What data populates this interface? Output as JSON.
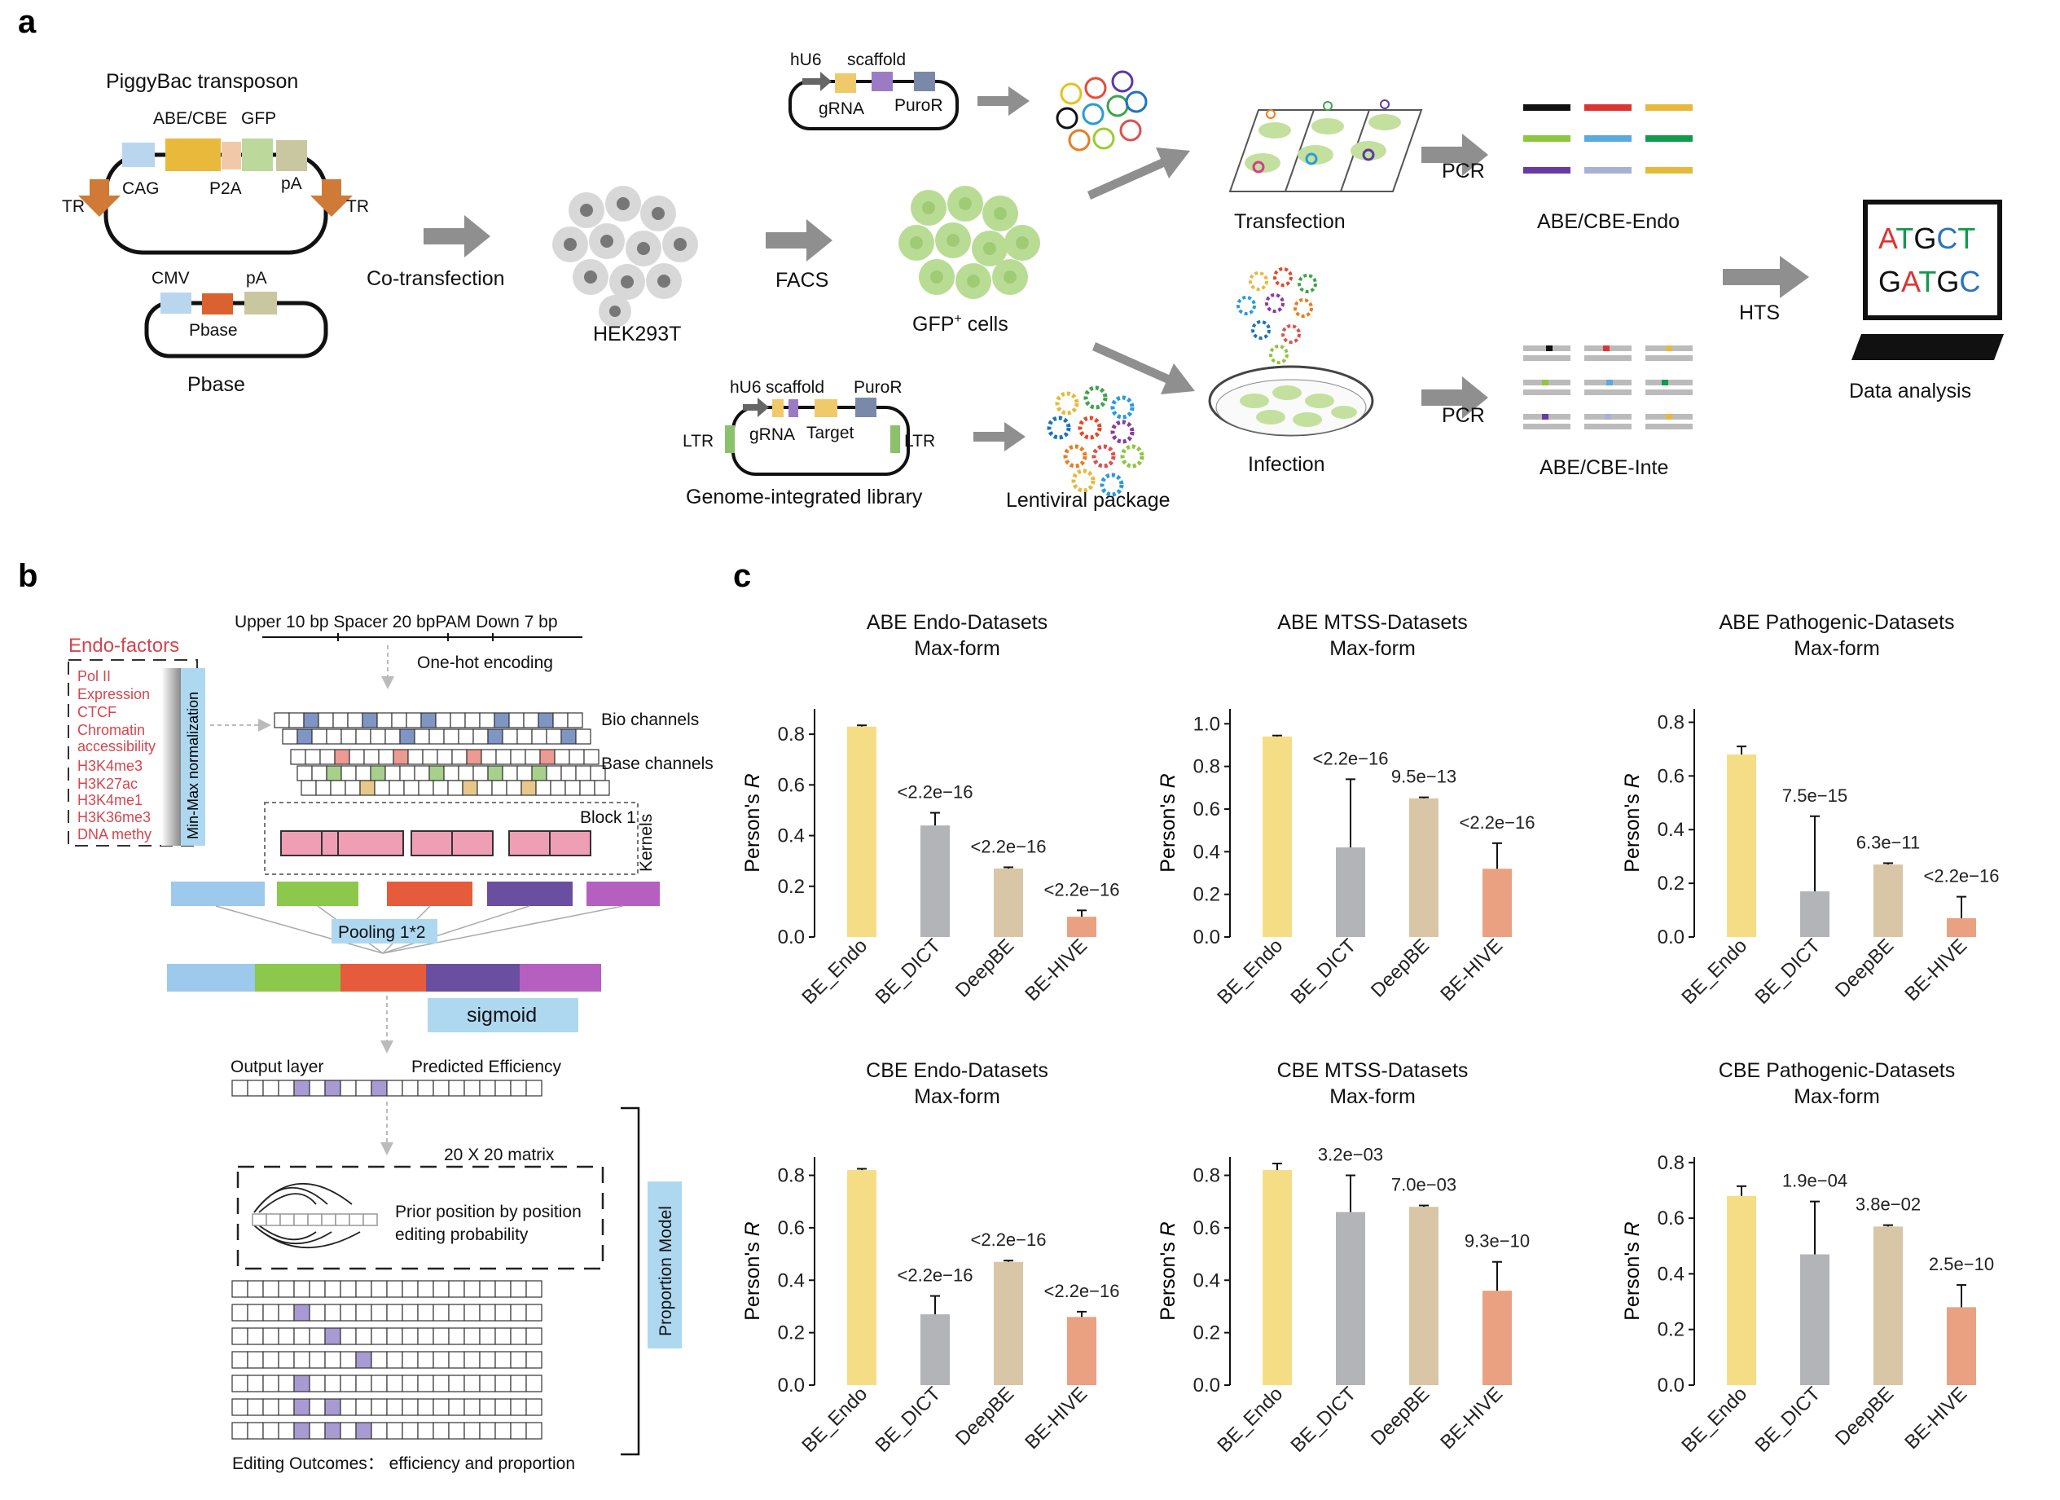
{
  "panels": {
    "a": "a",
    "b": "b",
    "c": "c"
  },
  "panel_a": {
    "piggybac_title": "PiggyBac transposon",
    "abe_cbe": "ABE/CBE",
    "gfp": "GFP",
    "cag": "CAG",
    "p2a": "P2A",
    "pa": "pA",
    "tr_left": "TR",
    "tr_right": "TR",
    "cmv": "CMV",
    "pa2": "pA",
    "pbase_inner": "Pbase",
    "pbase_label": "Pbase",
    "co_transfection": "Co-transfection",
    "hek": "HEK293T",
    "facs": "FACS",
    "gfp_cells_pre": "GFP",
    "gfp_cells_sup": "+",
    "gfp_cells_post": " cells",
    "hu6": "hU6",
    "scaffold": "scaffold",
    "grna": "gRNA",
    "puror": "PuroR",
    "transfection": "Transfection",
    "pcr_top": "PCR",
    "endo": "ABE/CBE-Endo",
    "hts": "HTS",
    "data_analysis": "Data analysis",
    "seq_line1": [
      "A",
      "T",
      "G",
      "C",
      "T"
    ],
    "seq_line2": [
      "G",
      "A",
      "T",
      "G",
      "C"
    ],
    "lib_hu6": "hU6",
    "lib_scaffold": "scaffold",
    "lib_puror": "PuroR",
    "lib_grna": "gRNA",
    "lib_target": "Target",
    "ltr_left": "LTR",
    "ltr_right": "LTR",
    "genome_lib": "Genome-integrated library",
    "lenti": "Lentiviral  package",
    "infection": "Infection",
    "pcr_bottom": "PCR",
    "inte": "ABE/CBE-Inte"
  },
  "panel_b": {
    "header": "Upper 10 bp Spacer 20 bpPAM Down 7 bp",
    "one_hot": "One-hot encoding",
    "endo_factors": "Endo-factors",
    "factors": [
      "Pol II",
      "Expression",
      "CTCF",
      "Chromatin",
      "accessibility",
      "H3K4me3",
      "H3K27ac",
      "H3K4me1",
      "H3K36me3",
      "DNA methy"
    ],
    "minmax": "Min-Max normalization",
    "bio_channels": "Bio channels",
    "base_channels": "Base channels",
    "block1": "Block 1",
    "kernels": "Kernels",
    "pooling": "Pooling 1*2",
    "sigmoid": "sigmoid",
    "output_layer": "Output layer",
    "predicted": "Predicted Efficiency",
    "matrix": "20 X 20 matrix",
    "prior1": "Prior position by position",
    "prior2": "editing probability",
    "proportion_model": "Proportion Model",
    "editing_outcomes": "Editing Outcomes： efficiency and proportion"
  },
  "colors": {
    "yellow": "#f5dd86",
    "gray": "#b3b4b8",
    "tan": "#d9c6a6",
    "salmon": "#e9a181",
    "red_text": "#d4464f",
    "purple": "#a89ad2",
    "pink": "#ee9fb4",
    "light_blue": "#aed8f0",
    "arrow_gray": "#8f8f8f"
  },
  "chart_data": [
    {
      "type": "bar",
      "title": "ABE Endo-Datasets",
      "subtitle": "Max-form",
      "ylabel": "Person's R",
      "ylim": [
        0,
        0.9
      ],
      "ticks": [
        0.0,
        0.2,
        0.4,
        0.6,
        0.8
      ],
      "categories": [
        "BE_Endo",
        "BE_DICT",
        "DeepBE",
        "BE-HIVE"
      ],
      "values": [
        0.83,
        0.44,
        0.27,
        0.08
      ],
      "errors": [
        0.005,
        0.05,
        0.005,
        0.025
      ],
      "pvalues": [
        "",
        "<2.2e−16",
        "<2.2e−16",
        "<2.2e−16"
      ]
    },
    {
      "type": "bar",
      "title": "ABE MTSS-Datasets",
      "subtitle": "Max-form",
      "ylabel": "Person's R",
      "ylim": [
        0,
        1.07
      ],
      "ticks": [
        0.0,
        0.2,
        0.4,
        0.6,
        0.8,
        1.0
      ],
      "categories": [
        "BE_Endo",
        "BE_DICT",
        "DeepBE",
        "BE-HIVE"
      ],
      "values": [
        0.94,
        0.42,
        0.65,
        0.32
      ],
      "errors": [
        0.005,
        0.32,
        0.005,
        0.12
      ],
      "pvalues": [
        "",
        "<2.2e−16",
        "9.5e−13",
        "<2.2e−16"
      ]
    },
    {
      "type": "bar",
      "title": "ABE Pathogenic-Datasets",
      "subtitle": "Max-form",
      "ylabel": "Person's R",
      "ylim": [
        0,
        0.85
      ],
      "ticks": [
        0.0,
        0.2,
        0.4,
        0.6,
        0.8
      ],
      "categories": [
        "BE_Endo",
        "BE_DICT",
        "DeepBE",
        "BE-HIVE"
      ],
      "values": [
        0.68,
        0.17,
        0.27,
        0.07
      ],
      "errors": [
        0.03,
        0.28,
        0.005,
        0.08
      ],
      "pvalues": [
        "",
        "7.5e−15",
        "6.3e−11",
        "<2.2e−16"
      ]
    },
    {
      "type": "bar",
      "title": "CBE Endo-Datasets",
      "subtitle": "Max-form",
      "ylabel": "Person's R",
      "ylim": [
        0,
        0.87
      ],
      "ticks": [
        0.0,
        0.2,
        0.4,
        0.6,
        0.8
      ],
      "categories": [
        "BE_Endo",
        "BE_DICT",
        "DeepBE",
        "BE-HIVE"
      ],
      "values": [
        0.82,
        0.27,
        0.47,
        0.26
      ],
      "errors": [
        0.005,
        0.07,
        0.005,
        0.02
      ],
      "pvalues": [
        "",
        "<2.2e−16",
        "<2.2e−16",
        "<2.2e−16"
      ]
    },
    {
      "type": "bar",
      "title": "CBE MTSS-Datasets",
      "subtitle": "Max-form",
      "ylabel": "Person's R",
      "ylim": [
        0,
        0.87
      ],
      "ticks": [
        0.0,
        0.2,
        0.4,
        0.6,
        0.8
      ],
      "categories": [
        "BE_Endo",
        "BE_DICT",
        "DeepBE",
        "BE-HIVE"
      ],
      "values": [
        0.82,
        0.66,
        0.68,
        0.36
      ],
      "errors": [
        0.025,
        0.14,
        0.005,
        0.11
      ],
      "pvalues": [
        "",
        "3.2e−03",
        "7.0e−03",
        "9.3e−10"
      ]
    },
    {
      "type": "bar",
      "title": "CBE Pathogenic-Datasets",
      "subtitle": "Max-form",
      "ylabel": "Person's R",
      "ylim": [
        0,
        0.82
      ],
      "ticks": [
        0.0,
        0.2,
        0.4,
        0.6,
        0.8
      ],
      "categories": [
        "BE_Endo",
        "BE_DICT",
        "DeepBE",
        "BE-HIVE"
      ],
      "values": [
        0.68,
        0.47,
        0.57,
        0.28
      ],
      "errors": [
        0.035,
        0.19,
        0.005,
        0.08
      ],
      "pvalues": [
        "",
        "1.9e−04",
        "3.8e−02",
        "2.5e−10"
      ]
    }
  ]
}
